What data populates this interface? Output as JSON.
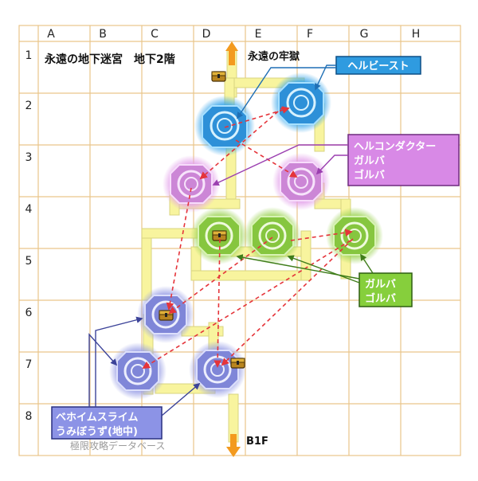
{
  "map": {
    "title": "永遠の地下迷宮　地下2階",
    "exit_up_label": "永遠の牢獄",
    "exit_down_label": "B1F",
    "watermark": "極限攻略データベース",
    "columns": [
      "A",
      "B",
      "C",
      "D",
      "E",
      "F",
      "G",
      "H"
    ],
    "rows": [
      "1",
      "2",
      "3",
      "4",
      "5",
      "6",
      "7",
      "8"
    ]
  },
  "callouts": {
    "hellbeast": {
      "text": "ヘルビースト",
      "color": "#2f9be0"
    },
    "hellconductor": {
      "lines": [
        "ヘルコンダクター",
        "ガルバ",
        "ゴルバ"
      ],
      "color": "#d889e6"
    },
    "garuba": {
      "lines": [
        "ガルバ",
        "ゴルバ"
      ],
      "color": "#86cf3c"
    },
    "behoimu": {
      "lines": [
        "ベホイムスライム",
        "うみぼうず(地中)"
      ],
      "color": "#8c93e6"
    }
  },
  "colors": {
    "grid_line": "#e9c58a",
    "corridor": "#f8f49e",
    "corridor_edge": "#d9d480",
    "warp_arrow": "#e5343a",
    "exit_arrow": "#f39a1e",
    "blue": "#3aa6ea",
    "pink": "#e3a1ea",
    "green": "#9fd45a",
    "purple": "#9aa0e6"
  },
  "icons": [
    "treasure-chest-icon",
    "warp-circle-icon",
    "stairs-up-arrow-icon",
    "stairs-down-arrow-icon"
  ]
}
